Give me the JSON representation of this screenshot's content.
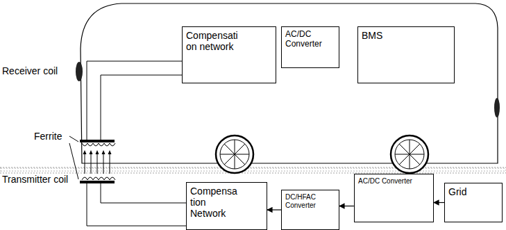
{
  "diagram": {
    "nodes": [
      {
        "text": [
          "Compensati on network"
        ]
      },
      {
        "text": [
          "AC/DC Converter"
        ]
      },
      {
        "text": [
          "BMS"
        ]
      },
      {
        "text": [
          "Compensa tion Network"
        ]
      },
      {
        "text": [
          "DC/HFAC Converter"
        ]
      },
      {
        "text": [
          "AC/DC Converter"
        ]
      },
      {
        "text": [
          "Grid"
        ]
      }
    ],
    "edges": [
      {
        "from": 6,
        "to": 5,
        "arrow": "to"
      },
      {
        "from": 5,
        "to": 4,
        "arrow": "to"
      },
      {
        "from": 4,
        "to": 3,
        "arrow": "to"
      }
    ],
    "labels": [
      "Receiver coil",
      "Ferrite",
      "Transmitter coil"
    ]
  }
}
